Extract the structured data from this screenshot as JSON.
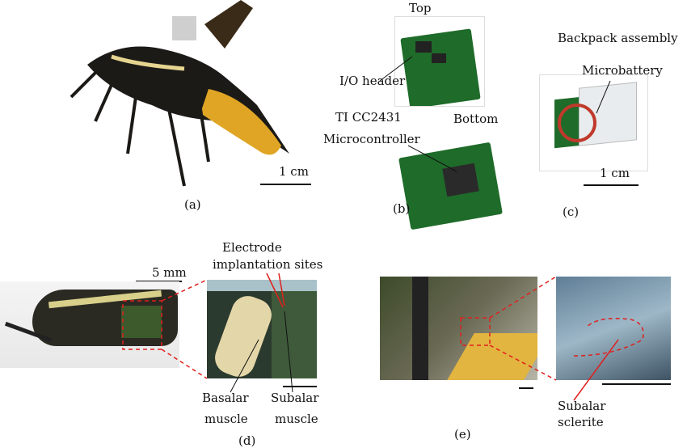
{
  "panels": {
    "a": {
      "label": "(a)",
      "scale": "1 cm"
    },
    "b": {
      "label": "(b)",
      "top": "Top",
      "bottom": "Bottom",
      "io_header": "I/O header",
      "chip": "TI CC2431",
      "mcu": "Microcontroller"
    },
    "c": {
      "label": "(c)",
      "title": "Backpack assembly",
      "battery": "Microbattery",
      "scale": "1 cm"
    },
    "d": {
      "label": "(d)",
      "electrode_line1": "Electrode",
      "electrode_line2": "implantation sites",
      "scale": "5 mm",
      "basalar_1": "Basalar",
      "basalar_2": "muscle",
      "subalar_1": "Subalar",
      "subalar_2": "muscle"
    },
    "e": {
      "label": "(e)",
      "sclerite_1": "Subalar",
      "sclerite_2": "sclerite"
    }
  },
  "colors": {
    "annotation": "#e0201c",
    "board": "#1f6b2a"
  }
}
